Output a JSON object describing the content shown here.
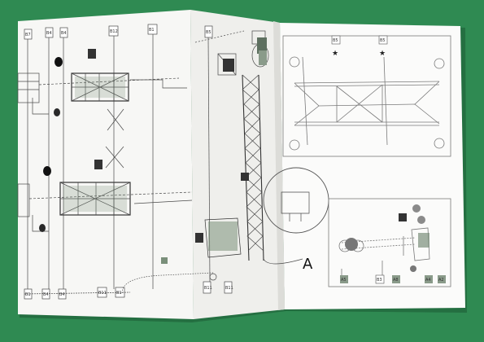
{
  "photo": {
    "background_color": "#2f8a52",
    "paper_color": "#f7f7f5",
    "line_color": "#4a4a4a",
    "part_color": "#7a8f7a"
  },
  "labels": {
    "left_top": [
      "B7",
      "B4",
      "B4",
      "B12",
      "B1"
    ],
    "left_bottom": [
      "B1",
      "B4",
      "B4",
      "B11",
      "B1"
    ],
    "center_tags": [
      "B5",
      "B11",
      "B11"
    ],
    "right_top": [
      "B5",
      "B5"
    ],
    "right_bottom": [
      "A5",
      "B3",
      "A8",
      "A4",
      "A2"
    ],
    "callout_letter": "A"
  }
}
